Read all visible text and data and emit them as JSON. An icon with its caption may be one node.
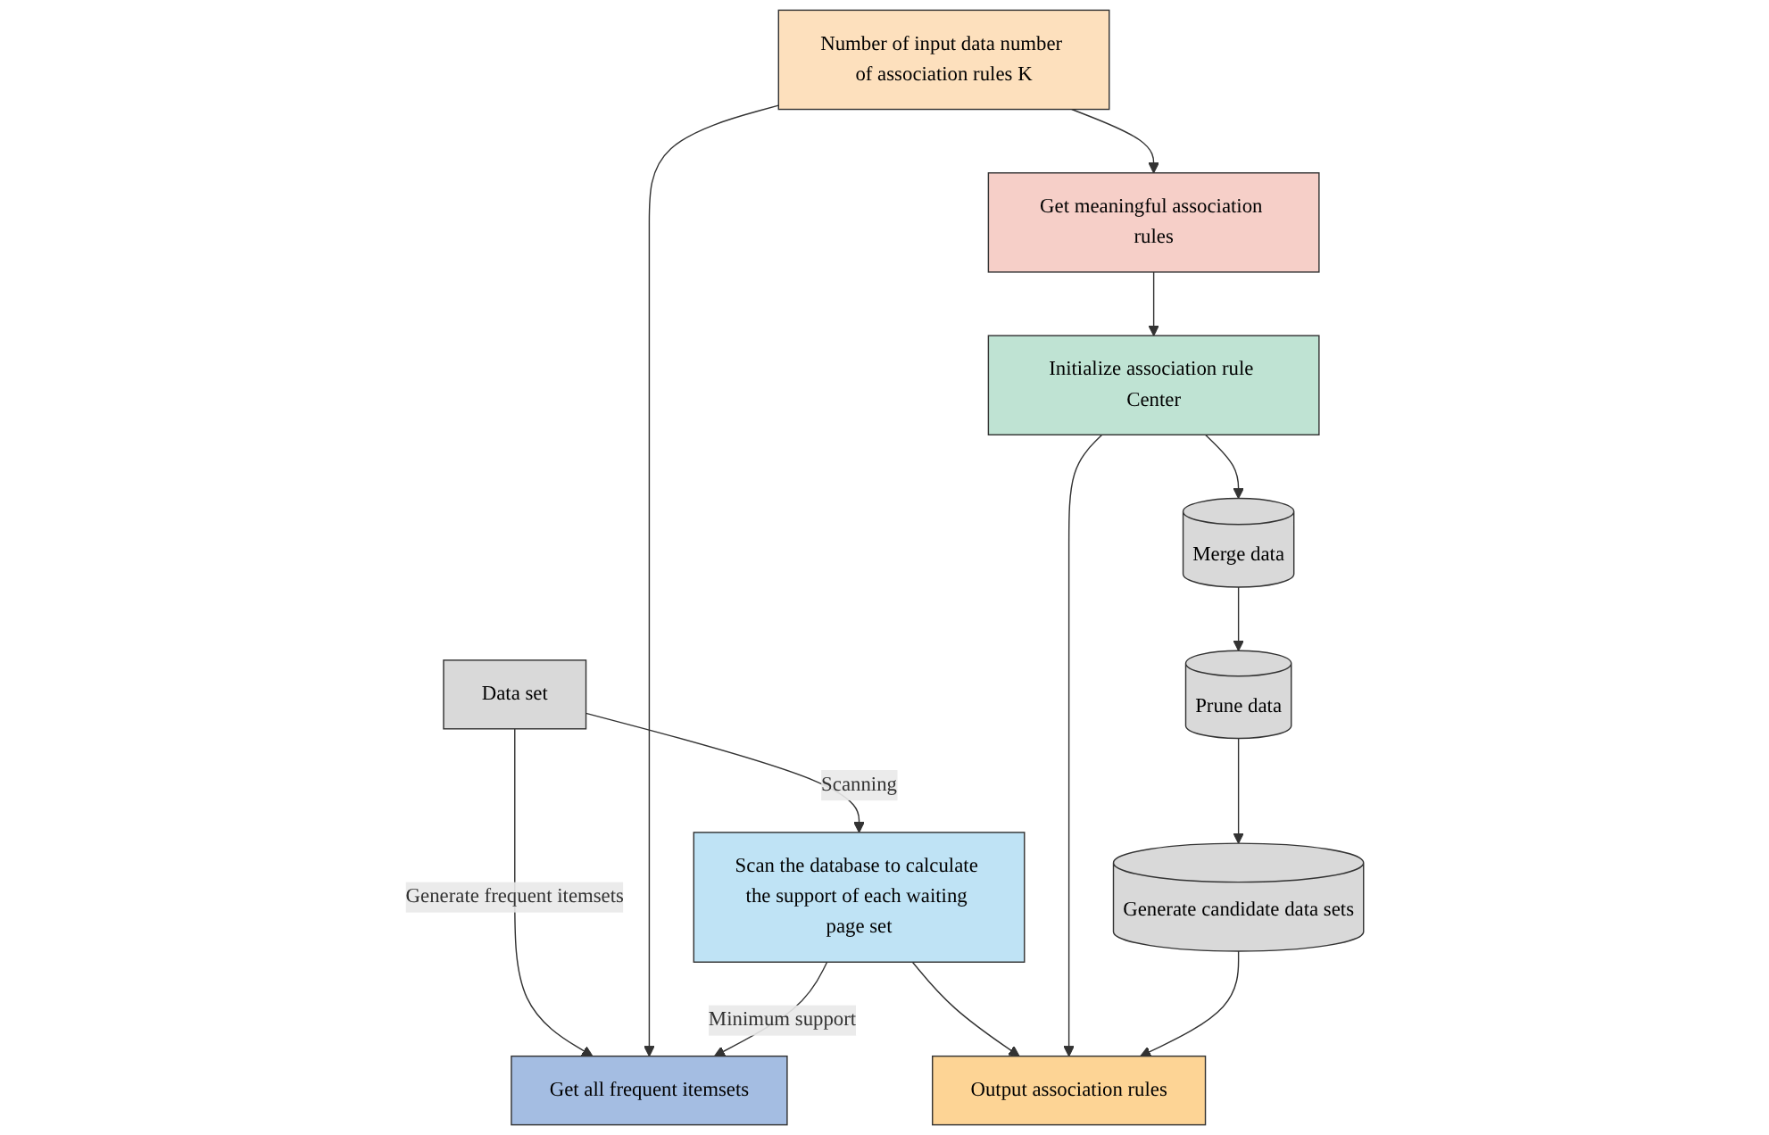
{
  "diagram": {
    "nodes": [
      {
        "text": [
          "Data set"
        ]
      },
      {
        "text": [
          "Number of input data number of association rules K"
        ]
      },
      {
        "text": [
          "Get all frequent itemsets"
        ]
      },
      {
        "text": [
          "Scan the database to calculate the support of each waiting page set"
        ]
      },
      {
        "text": [
          "Get meaningful association rules"
        ]
      },
      {
        "text": [
          "Initialize association rule Center"
        ]
      },
      {
        "text": [
          "Output association rules"
        ]
      },
      {
        "text": [
          "Merge data"
        ]
      },
      {
        "text": [
          "Prune data"
        ]
      },
      {
        "text": [
          "Generate candidate data sets"
        ]
      }
    ],
    "edges": [
      {
        "from": 0,
        "to": 2,
        "arrow": "to",
        "label": "Generate frequent itemsets"
      },
      {
        "from": 0,
        "to": 3,
        "arrow": "to",
        "label": "Scanning"
      },
      {
        "from": 1,
        "to": 2,
        "arrow": "to"
      },
      {
        "from": 3,
        "to": 2,
        "arrow": "to",
        "label": "Minimum support"
      },
      {
        "from": 1,
        "to": 4,
        "arrow": "to"
      },
      {
        "from": 3,
        "to": 6,
        "arrow": "to"
      },
      {
        "from": 4,
        "to": 5,
        "arrow": "to"
      },
      {
        "from": 5,
        "to": 6,
        "arrow": "to"
      },
      {
        "from": 5,
        "to": 7,
        "arrow": "to"
      },
      {
        "from": 7,
        "to": 8,
        "arrow": "to"
      },
      {
        "from": 8,
        "to": 9,
        "arrow": "to"
      },
      {
        "from": 9,
        "to": 6,
        "arrow": "to"
      }
    ]
  }
}
